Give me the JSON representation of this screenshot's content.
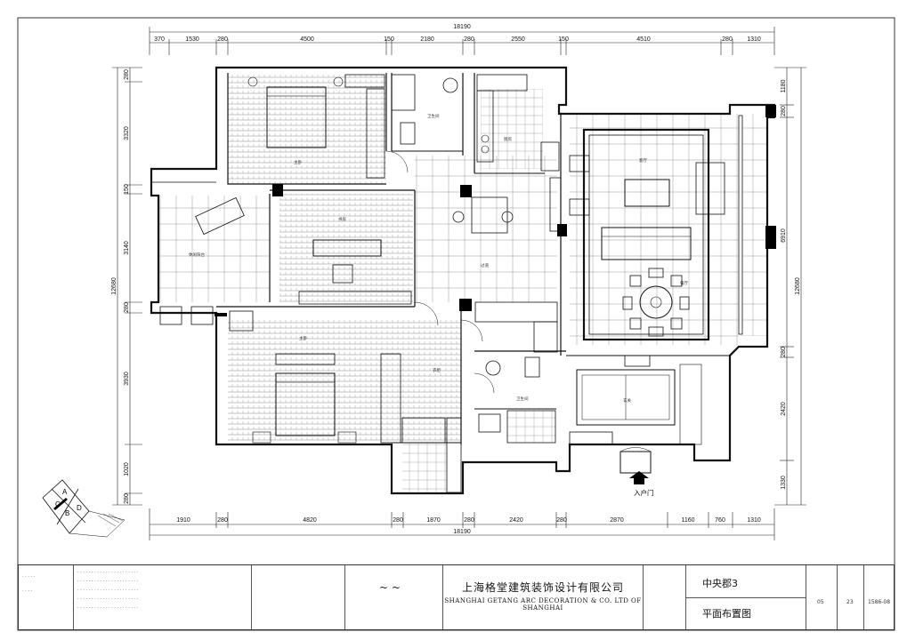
{
  "drawing": {
    "overall_width_top": "18190",
    "overall_width_bottom": "18190",
    "overall_height_left": "12680",
    "overall_height_right": "12680",
    "top_dims": [
      "370",
      "1530",
      "280",
      "4500",
      "150",
      "2180",
      "280",
      "2550",
      "150",
      "4510",
      "280",
      "1310"
    ],
    "bottom_dims": [
      "1910",
      "280",
      "4820",
      "280",
      "1870",
      "280",
      "2420",
      "280",
      "2870",
      "1160",
      "760",
      "1310"
    ],
    "left_dims": [
      "280",
      "3320",
      "150",
      "3140",
      "280",
      "3930",
      "1020",
      "280"
    ],
    "right_dims": [
      "1180",
      "280",
      "6910",
      "280",
      "2420",
      "1330"
    ],
    "entrance_label": "入户门",
    "compass_letters": [
      "A",
      "B",
      "C",
      "D"
    ]
  },
  "title_block": {
    "company_cn": "上海格堂建筑装饰设计有限公司",
    "company_en": "SHANGHAI GETANG ARC DECORATION  &  CO. LTD OF SHANGHAI",
    "project_name": "中央郡3",
    "drawing_title": "平面布置图",
    "cell_values": [
      "05",
      "23",
      "1586-08"
    ]
  },
  "colors": {
    "line": "#111111",
    "wall": "#000000",
    "hatch": "#777777"
  }
}
